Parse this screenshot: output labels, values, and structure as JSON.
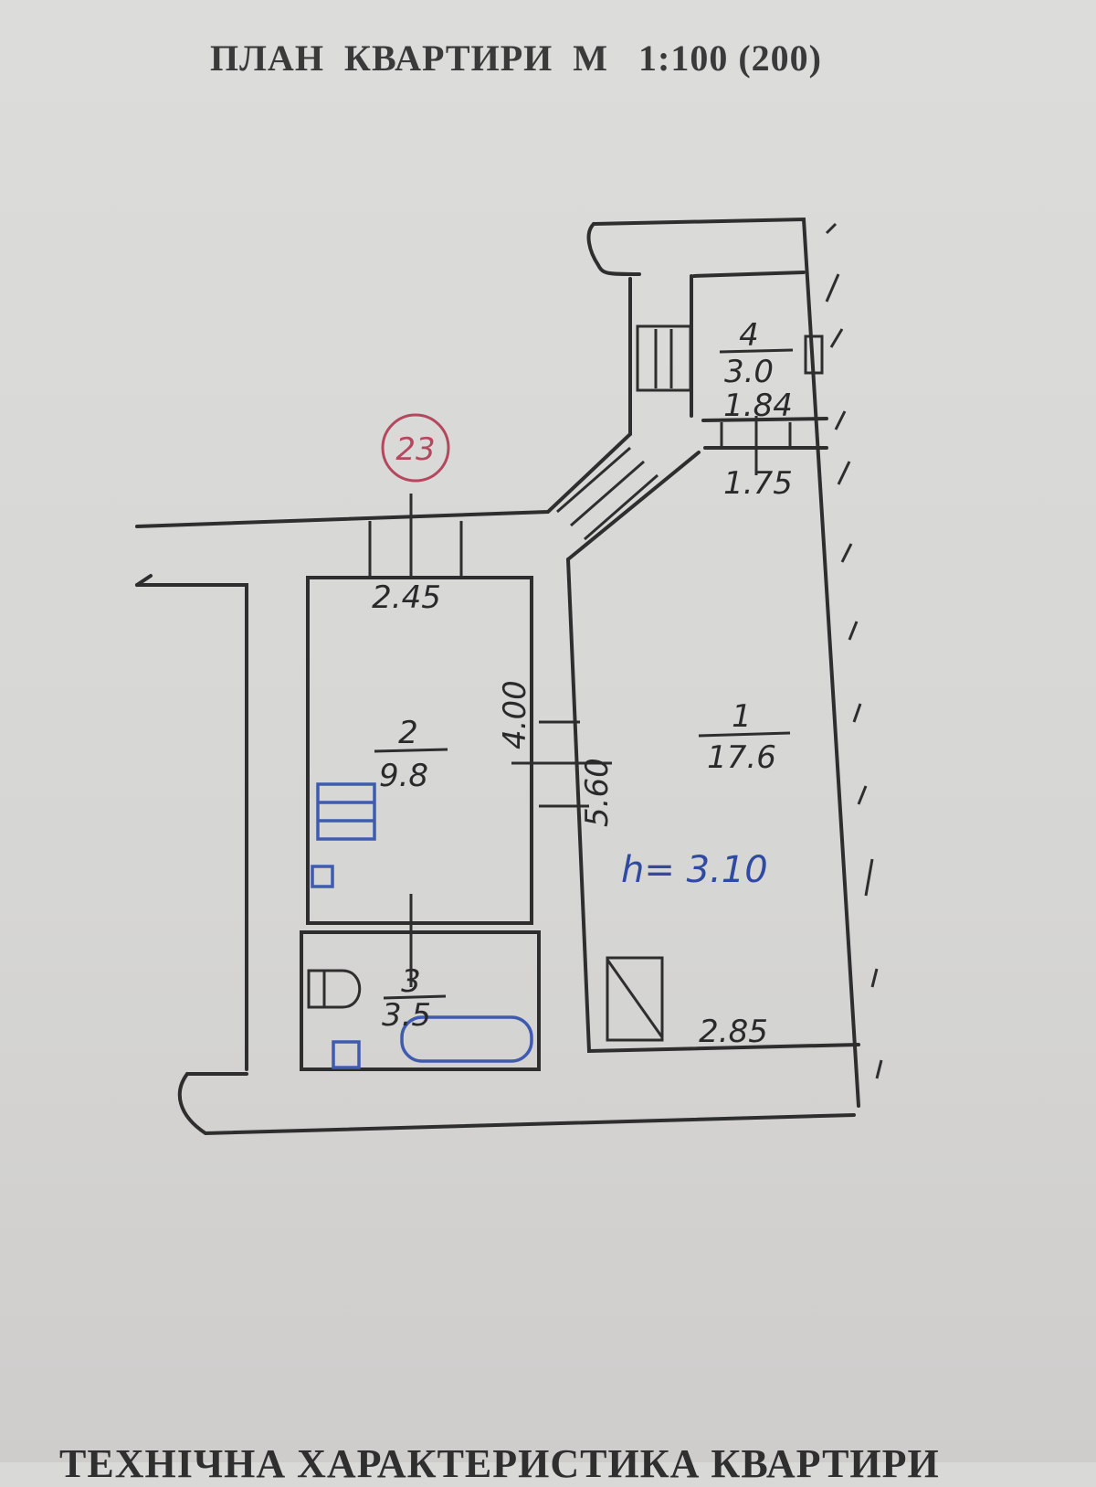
{
  "header": {
    "title": "ПЛАН  КВАРТИРИ  М   1:100 (200)"
  },
  "footer": {
    "title": "ТЕХНІЧНА  ХАРАКТЕРИСТИКА КВАРТИРИ"
  },
  "plan": {
    "apartment_number": "23",
    "ceiling_height": "h= 3.10",
    "rooms": [
      {
        "number": "1",
        "area": "17.6"
      },
      {
        "number": "2",
        "area": "9.8"
      },
      {
        "number": "3",
        "area": "3.5"
      },
      {
        "number": "4",
        "area": "3.0"
      }
    ],
    "dimensions": {
      "room2_width": "2.45",
      "room2_length": "4.00",
      "room1_length": "5.60",
      "room1_width": "2.85",
      "room4_width": "1.84",
      "corridor_width": "1.75"
    },
    "colors": {
      "ink": "#2e2e2e",
      "blue_ink": "#3e5bb0",
      "stamp": "#b4485e"
    }
  }
}
